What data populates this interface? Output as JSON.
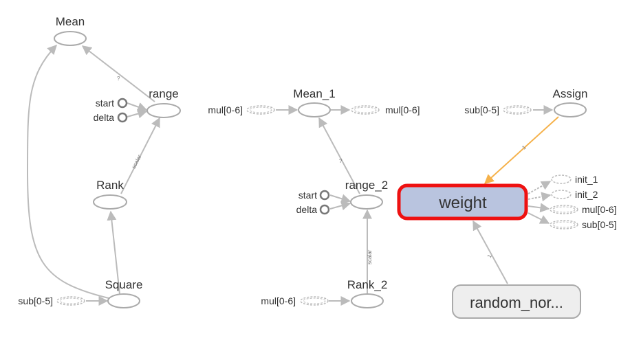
{
  "nodes": {
    "mean": {
      "label": "Mean"
    },
    "range": {
      "label": "range"
    },
    "rank": {
      "label": "Rank"
    },
    "square": {
      "label": "Square"
    },
    "mean_1": {
      "label": "Mean_1"
    },
    "range_2": {
      "label": "range_2"
    },
    "rank_2": {
      "label": "Rank_2"
    },
    "assign": {
      "label": "Assign"
    },
    "weight": {
      "label": "weight"
    },
    "random_normal": {
      "label": "random_nor..."
    }
  },
  "inputs": {
    "range_start": "start",
    "range_delta": "delta",
    "range2_start": "start",
    "range2_delta": "delta",
    "square_sub": "sub[0-5]",
    "mean1_in": "mul[0-6]",
    "mean1_out": "mul[0-6]",
    "rank2_mul": "mul[0-6]",
    "assign_sub": "sub[0-5]"
  },
  "weight_outputs": [
    "init_1",
    "init_2",
    "mul[0-6]",
    "sub[0-5]"
  ],
  "edge_labels": {
    "range_to_mean": "?",
    "rank_to_range": "scalar",
    "range2_to_mean1": "?",
    "rank2_to_range2": "scalar",
    "assign_to_weight": "1",
    "random_to_weight": "1"
  },
  "colors": {
    "node_stroke": "#aaaaaa",
    "edge": "#bbbbbb",
    "highlight_edge": "#f5b14a",
    "weight_fill": "#b9c4df",
    "weight_border": "#ee1111",
    "random_fill": "#eeeeee"
  }
}
